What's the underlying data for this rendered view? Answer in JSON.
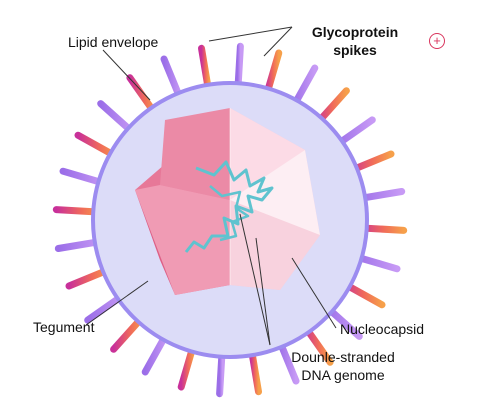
{
  "labels": {
    "lipid_envelope": "Lipid envelope",
    "glycoprotein_line1": "Glycoprotein",
    "glycoprotein_line2": "spikes",
    "tegument": "Tegument",
    "nucleocapsid": "Nucleocapsid",
    "dna_line1": "Dounle-stranded",
    "dna_line2": "DNA genome"
  },
  "controls": {
    "expand_symbol": "+"
  },
  "colors": {
    "envelope_fill": "#dcdcf8",
    "envelope_stroke": "#9c8cf0",
    "spike_purple": "#a879ee",
    "spike_orange": "#f07a55",
    "spike_magenta": "#c8309a",
    "capsid_dark": "#e56a8e",
    "capsid_light": "#fbe3ea",
    "dna": "#5fc3cf",
    "leader_line": "#333333",
    "accent": "#d9365e"
  }
}
